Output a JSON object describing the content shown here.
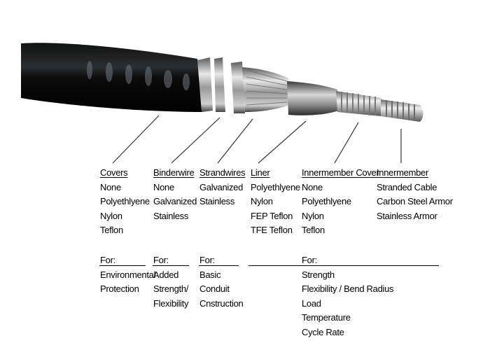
{
  "components": [
    {
      "heading": "Covers",
      "items": [
        "None",
        "Polyethlyene",
        "Nylon",
        "Teflon"
      ]
    },
    {
      "heading": "Binderwire",
      "items": [
        "None",
        "Galvanized",
        "Stainless"
      ]
    },
    {
      "heading": "Strandwires",
      "items": [
        "Galvanized",
        "Stainless"
      ]
    },
    {
      "heading": "Liner",
      "items": [
        "Polyethlyene",
        "Nylon",
        "FEP Teflon",
        "TFE Teflon"
      ]
    },
    {
      "heading": "Innermember Cover",
      "items": [
        "None",
        "Polyethlyene",
        "Nylon",
        "Teflon"
      ]
    },
    {
      "heading": "Innermember",
      "items": [
        "Stranded Cable",
        "Carbon Steel Armor",
        "Stainless Armor"
      ]
    }
  ],
  "purposes": [
    {
      "heading": "For:",
      "items": [
        "Environmental",
        "Protection"
      ]
    },
    {
      "heading": "For:",
      "items": [
        "Added",
        "Strength/",
        "Flexibility"
      ]
    },
    {
      "heading": "For:",
      "items": [
        "Basic",
        "Conduit",
        "Cnstruction"
      ]
    },
    {
      "heading": "For:",
      "items": [
        "Strength",
        "Flexibility / Bend Radius",
        "Load",
        "Temperature",
        "Cycle Rate"
      ]
    }
  ]
}
